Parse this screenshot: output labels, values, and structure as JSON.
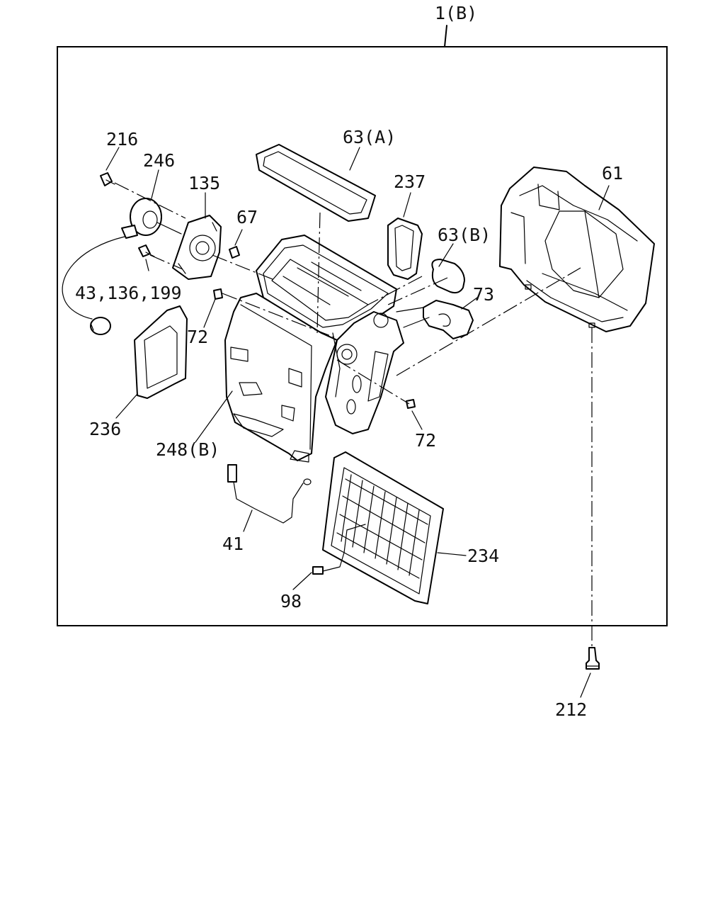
{
  "diagram": {
    "assembly_label": "1(B)",
    "callouts": [
      {
        "id": "216",
        "text": "216"
      },
      {
        "id": "246",
        "text": "246"
      },
      {
        "id": "135",
        "text": "135"
      },
      {
        "id": "63a",
        "text": "63(A)"
      },
      {
        "id": "237",
        "text": "237"
      },
      {
        "id": "61",
        "text": "61"
      },
      {
        "id": "67",
        "text": "67"
      },
      {
        "id": "63b",
        "text": "63(B)"
      },
      {
        "id": "43",
        "text": "43,136,199"
      },
      {
        "id": "73",
        "text": "73"
      },
      {
        "id": "72a",
        "text": "72"
      },
      {
        "id": "236",
        "text": "236"
      },
      {
        "id": "248b",
        "text": "248(B)"
      },
      {
        "id": "72b",
        "text": "72"
      },
      {
        "id": "41",
        "text": "41"
      },
      {
        "id": "234",
        "text": "234"
      },
      {
        "id": "98",
        "text": "98"
      },
      {
        "id": "212",
        "text": "212"
      }
    ]
  }
}
